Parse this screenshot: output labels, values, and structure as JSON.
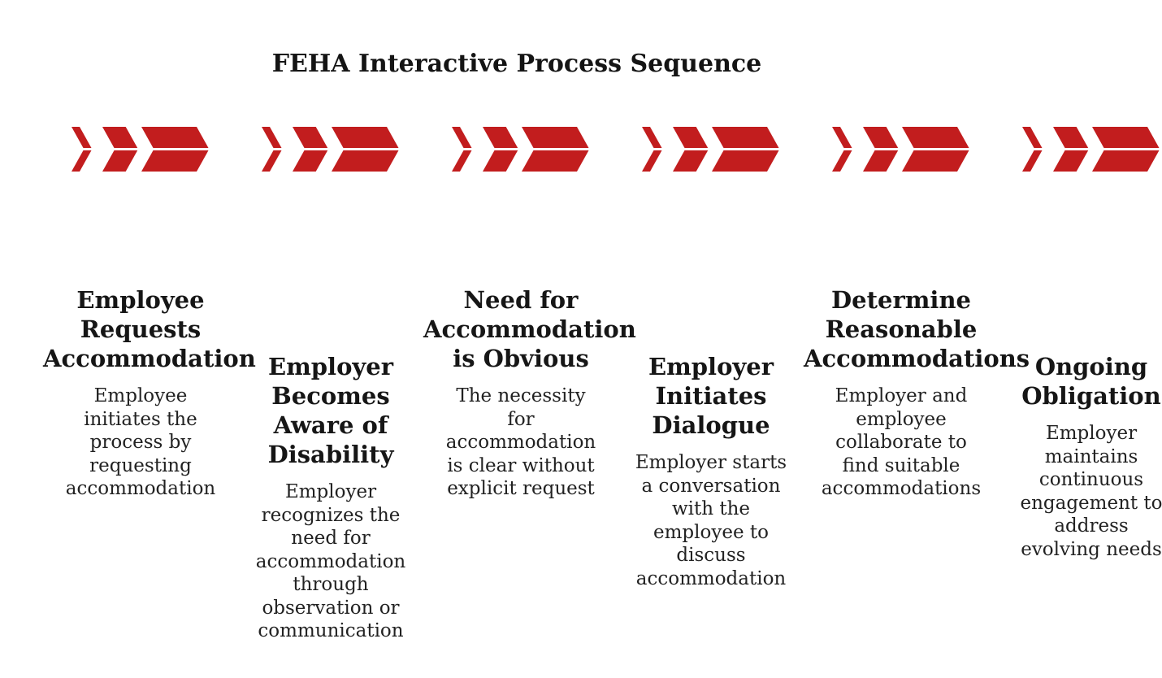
{
  "title": "FEHA Interactive Process Sequence",
  "colors": {
    "chevron_red": "#C21D1E",
    "text": "#1d1d1d",
    "background": "#ffffff"
  },
  "chevron_icon": "triple-chevron-right-icon",
  "steps": [
    {
      "heading": "Employee\nRequests\nAccommodation",
      "body": "Employee\ninitiates the\nprocess by\nrequesting\naccommodation"
    },
    {
      "heading": "Employer\nBecomes\nAware of\nDisability",
      "body": "Employer\nrecognizes the\nneed for\naccommodation\nthrough\nobservation or\ncommunication"
    },
    {
      "heading": "Need for\nAccommodation\nis Obvious",
      "body": "The necessity\nfor\naccommodation\nis clear without\nexplicit request"
    },
    {
      "heading": "Employer\nInitiates\nDialogue",
      "body": "Employer starts\na conversation\nwith the\nemployee to\ndiscuss\naccommodation"
    },
    {
      "heading": "Determine\nReasonable\nAccommodations",
      "body": "Employer and\nemployee\ncollaborate to\nfind suitable\naccommodations"
    },
    {
      "heading": "Ongoing\nObligation",
      "body": "Employer\nmaintains\ncontinuous\nengagement to\naddress\nevolving needs"
    }
  ]
}
